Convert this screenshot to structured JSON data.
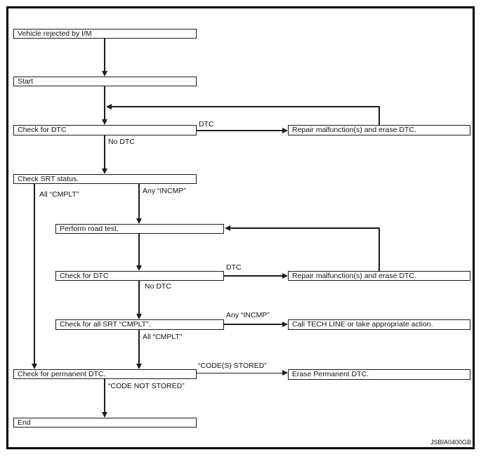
{
  "figure_code": "JSBIA0400GB",
  "colors": {
    "line": "#1c1c1c",
    "background": "#ffffff",
    "box_fill": "#ffffff"
  },
  "nodes": {
    "vehicle_rejected": "Vehicle rejected by I/M",
    "start": "Start",
    "check_dtc_1": "Check for DTC",
    "check_srt_status": "Check SRT status.",
    "perform_road_test": "Perform road test.",
    "check_dtc_2": "Check for DTC",
    "check_all_srt_cmplt": "Check for all SRT “CMPLT”.",
    "check_permanent_dtc": "Check for permanent DTC.",
    "end": "End",
    "repair_erase_dtc_1": "Repair malfunction(s) and erase DTC.",
    "repair_erase_dtc_2": "Repair malfunction(s) and erase DTC.",
    "call_tech_line": "Call TECH LINE or take appropriate action.",
    "erase_permanent_dtc": "Erase Permanent DTC."
  },
  "edge_labels": {
    "dtc_1": "DTC",
    "no_dtc_1": "No DTC",
    "all_cmplt_1": "All “CMPLT”",
    "any_incmp_1": "Any “INCMP”",
    "dtc_2": "DTC",
    "no_dtc_2": "No DTC",
    "any_incmp_2": "Any “INCMP”",
    "all_cmplt_2": "All “CMPLT”",
    "codes_stored": "“CODE(S) STORED”",
    "code_not_stored": "“CODE NOT STORED”"
  }
}
